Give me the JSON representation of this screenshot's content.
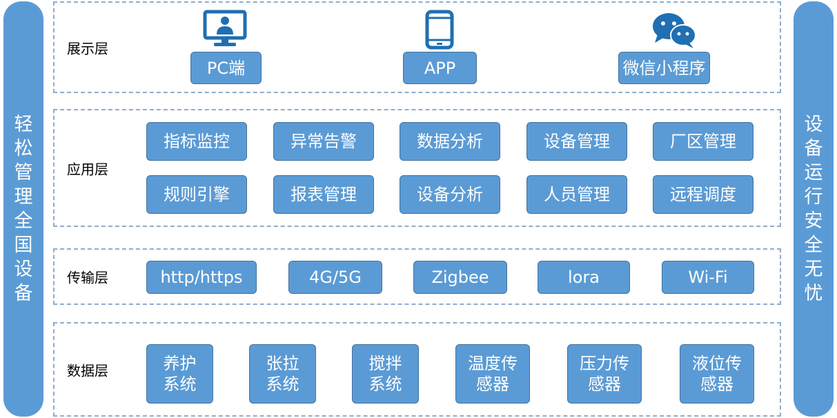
{
  "left_bar": {
    "chars": [
      "轻",
      "松",
      "管",
      "理",
      "全",
      "国",
      "设",
      "备"
    ]
  },
  "right_bar": {
    "chars": [
      "设",
      "备",
      "运",
      "行",
      "安",
      "全",
      "无",
      "忧"
    ]
  },
  "layers": {
    "presentation": {
      "label": "展示层",
      "items": [
        {
          "label": "PC端",
          "icon": "monitor-user-icon"
        },
        {
          "label": "APP",
          "icon": "smartphone-icon"
        },
        {
          "label": "微信小程序",
          "icon": "wechat-icon"
        }
      ]
    },
    "application": {
      "label": "应用层",
      "row1": [
        "指标监控",
        "异常告警",
        "数据分析",
        "设备管理",
        "厂区管理"
      ],
      "row2": [
        "规则引擎",
        "报表管理",
        "设备分析",
        "人员管理",
        "远程调度"
      ]
    },
    "transport": {
      "label": "传输层",
      "items": [
        "http/https",
        "4G/5G",
        "Zigbee",
        "lora",
        "Wi-Fi"
      ]
    },
    "data": {
      "label": "数据层",
      "items": [
        {
          "line1": "养护",
          "line2": "系统"
        },
        {
          "line1": "张拉",
          "line2": "系统"
        },
        {
          "line1": "搅拌",
          "line2": "系统"
        },
        {
          "line1": "温度传",
          "line2": "感器"
        },
        {
          "line1": "压力传",
          "line2": "感器"
        },
        {
          "line1": "液位传",
          "line2": "感器"
        }
      ]
    }
  },
  "colors": {
    "chip": "#5b9bd5",
    "chip_border": "#41719c",
    "bar": "#5b9bd5",
    "dash": "#8eaccc",
    "icon": "#1f6fb2"
  }
}
